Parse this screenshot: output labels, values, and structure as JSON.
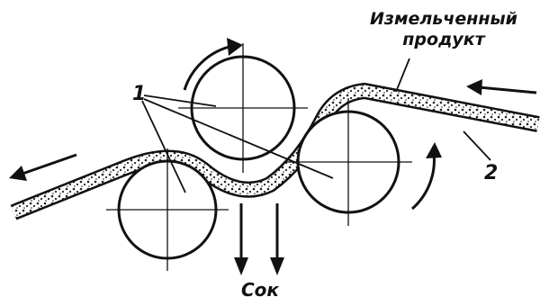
{
  "labels": {
    "product_line1": "Измельченный",
    "product_line2": "продукт",
    "juice": "Сок",
    "callout_rollers": "1",
    "callout_belt": "2"
  },
  "colors": {
    "ink": "#111111",
    "background": "#ffffff"
  }
}
